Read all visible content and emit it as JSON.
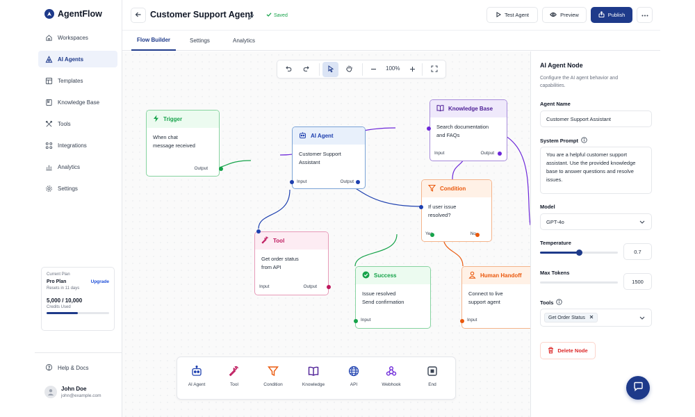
{
  "brand": {
    "name": "AgentFlow"
  },
  "sidebar": {
    "items": [
      {
        "label": "Workspaces",
        "icon": "home-icon"
      },
      {
        "label": "AI Agents",
        "icon": "agent-icon",
        "active": true
      },
      {
        "label": "Templates",
        "icon": "template-icon"
      },
      {
        "label": "Knowledge Base",
        "icon": "book-icon"
      },
      {
        "label": "Tools",
        "icon": "tools-icon"
      },
      {
        "label": "Integrations",
        "icon": "integrations-icon"
      },
      {
        "label": "Analytics",
        "icon": "analytics-icon"
      },
      {
        "label": "Settings",
        "icon": "gear-icon"
      }
    ],
    "plan": {
      "label": "Current Plan",
      "name": "Pro Plan",
      "upgrade": "Upgrade",
      "resets": "Resets in 11 days",
      "credits": "5,000 / 10,000",
      "credits_label": "Credits Used",
      "usage_fraction": 0.5
    },
    "help": "Help & Docs",
    "user": {
      "name": "John Doe",
      "email": "john@example.com"
    }
  },
  "header": {
    "title": "Customer Support Agent",
    "status": "Saved",
    "test_label": "Test Agent",
    "preview_label": "Preview",
    "publish_label": "Publish"
  },
  "tabs": [
    {
      "label": "Flow Builder",
      "active": true
    },
    {
      "label": "Settings"
    },
    {
      "label": "Analytics"
    }
  ],
  "canvas_toolbar": {
    "zoom": "100%"
  },
  "nodes": {
    "trigger": {
      "title": "Trigger",
      "body": [
        "When chat",
        "message received"
      ],
      "output": "Output",
      "color": "#16a34a"
    },
    "agent": {
      "title": "AI Agent",
      "body": [
        "Customer Support",
        "Assistant"
      ],
      "input": "Input",
      "output": "Output",
      "color": "#1e40af"
    },
    "knowledge": {
      "title": "Knowledge Base",
      "body": [
        "Search documentation",
        "and FAQs"
      ],
      "input": "Input",
      "output": "Output",
      "color": "#6d28d9"
    },
    "condition": {
      "title": "Condition",
      "body": [
        "If user issue",
        "resolved?"
      ],
      "yes": "Yes",
      "no": "No",
      "color": "#ea580c"
    },
    "tool": {
      "title": "Tool",
      "body": [
        "Get order status",
        "from API"
      ],
      "input": "Input",
      "output": "Output",
      "color": "#be185d"
    },
    "success": {
      "title": "Success",
      "body": [
        "Issue resolved",
        "Send confirmation"
      ],
      "input": "Input",
      "color": "#16a34a"
    },
    "handoff": {
      "title": "Human Handoff",
      "body": [
        "Connect to live",
        "support agent"
      ],
      "input": "Input",
      "color": "#ea580c"
    }
  },
  "palette": [
    {
      "label": "AI Agent",
      "icon": "robot-icon"
    },
    {
      "label": "Tool",
      "icon": "wrench-icon"
    },
    {
      "label": "Condition",
      "icon": "filter-icon"
    },
    {
      "label": "Knowledge",
      "icon": "book-icon"
    },
    {
      "label": "API",
      "icon": "globe-icon"
    },
    {
      "label": "Webhook",
      "icon": "webhook-icon"
    },
    {
      "label": "End",
      "icon": "stop-icon"
    }
  ],
  "panel": {
    "title": "AI Agent Node",
    "description": "Configure the AI agent behavior and capabilities.",
    "agent_name_label": "Agent Name",
    "agent_name": "Customer Support Assistant",
    "system_prompt_label": "System Prompt",
    "system_prompt": "You are a helpful customer support assistant. Use the provided knowledge base to answer questions and resolve issues.",
    "model_label": "Model",
    "model": "GPT-4o",
    "temperature_label": "Temperature",
    "temperature": "0.7",
    "temperature_fraction": 0.5,
    "max_tokens_label": "Max Tokens",
    "max_tokens": "1500",
    "tools_label": "Tools",
    "tool_chip": "Get Order Status",
    "delete_label": "Delete Node"
  },
  "colors": {
    "accent": "#1e3a8a",
    "danger": "#dc2626",
    "success": "#16a34a"
  }
}
